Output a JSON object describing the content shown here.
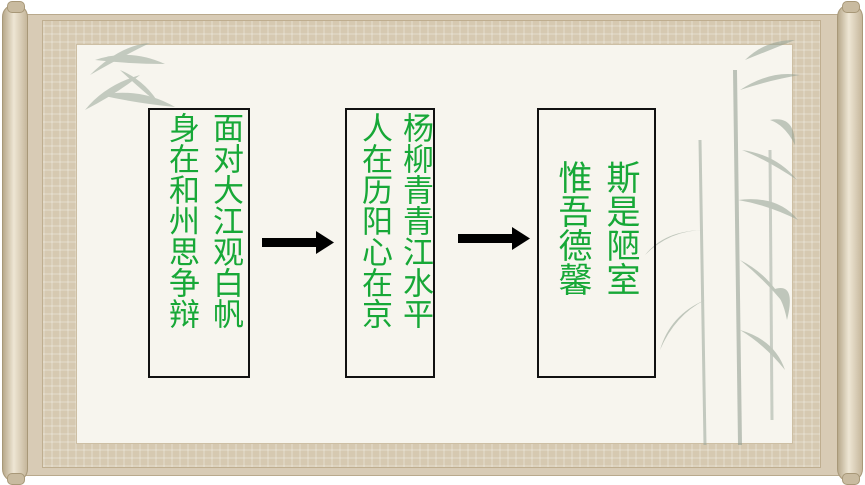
{
  "colors": {
    "text": "#17a837",
    "box_border": "#111111",
    "arrow": "#000000",
    "paper": "#f7f5ee",
    "frame": "#d6c9b1"
  },
  "box1": {
    "col_right": "面对大江观白帆",
    "col_left": "身在和州思争辩"
  },
  "box2": {
    "col_right": "杨柳青青江水平",
    "col_left": "人在历阳心在京"
  },
  "box3": {
    "col_right": "斯是陋室",
    "col_left": "惟吾德馨"
  },
  "arrows": [
    {
      "direction": "right"
    },
    {
      "direction": "right"
    }
  ],
  "decoration": {
    "left_bamboo_icon": "bamboo-icon",
    "right_bamboo_icon": "bamboo-icon"
  }
}
